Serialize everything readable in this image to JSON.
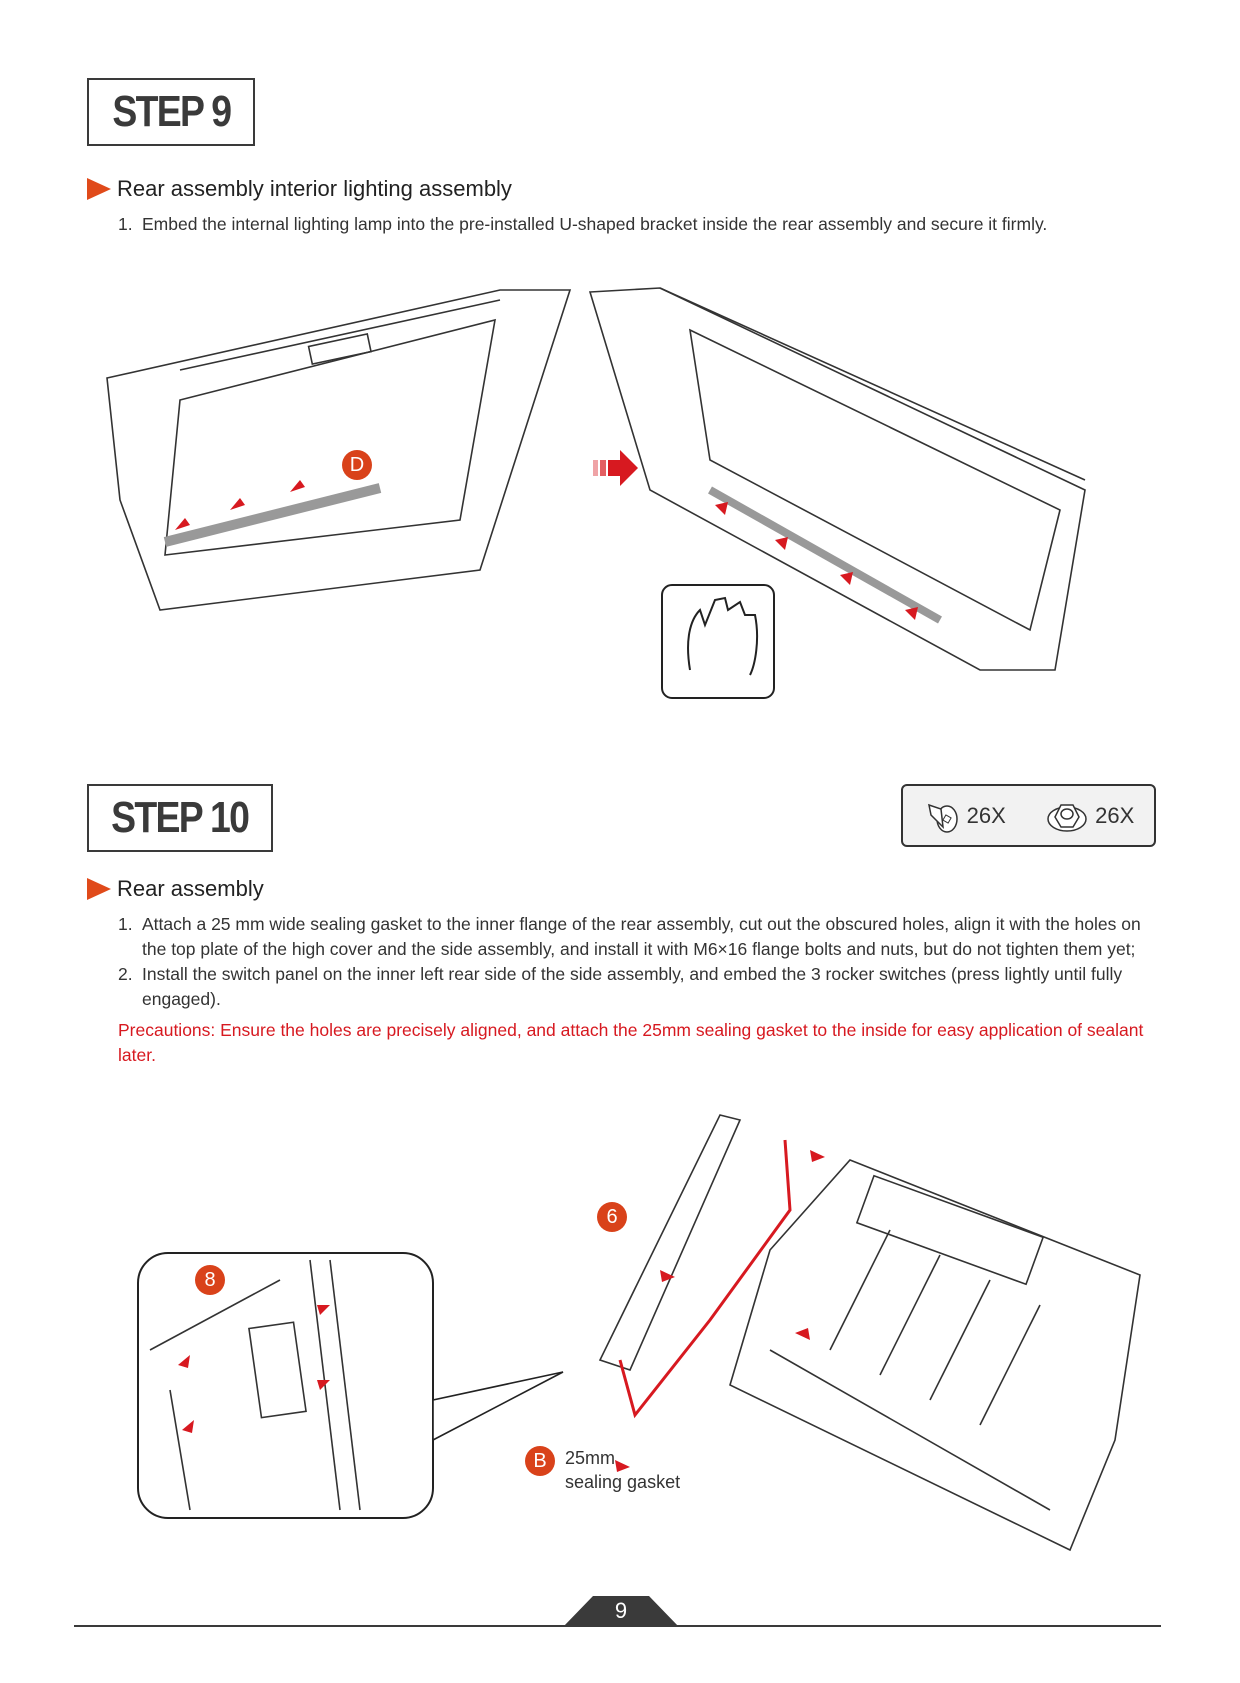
{
  "step9": {
    "title": "STEP 9",
    "heading": "Rear assembly interior lighting assembly",
    "items": [
      {
        "num": "1.",
        "text": "Embed the internal lighting lamp into the pre-installed U-shaped bracket inside the rear assembly and secure it firmly."
      }
    ],
    "callout": "D"
  },
  "step10": {
    "title": "STEP 10",
    "parts": [
      {
        "icon": "flange-bolt-icon",
        "qty": "26X"
      },
      {
        "icon": "flange-nut-icon",
        "qty": "26X"
      }
    ],
    "heading": "Rear assembly",
    "items": [
      {
        "num": "1.",
        "text": "Attach a 25 mm wide sealing gasket to the inner flange of the rear assembly, cut out the obscured holes, align it with the holes on the top plate of the high cover and the side assembly, and install it with M6×16 flange bolts and nuts, but do not tighten them yet;"
      },
      {
        "num": "2.",
        "text": "Install the switch panel on the inner left rear side of the side assembly, and embed the 3 rocker switches (press lightly until fully engaged)."
      }
    ],
    "precaution": "Precautions: Ensure the holes are precisely aligned, and attach the 25mm sealing gasket to the inside for easy application of sealant later.",
    "callouts": {
      "inset": "8",
      "main": "6",
      "gasket_badge": "B",
      "gasket_label_1": "25mm",
      "gasket_label_2": "sealing gasket"
    }
  },
  "footer": {
    "page": "9"
  },
  "colors": {
    "accent": "#d9421a",
    "red": "#d71920",
    "dark": "#3a3a3a"
  }
}
